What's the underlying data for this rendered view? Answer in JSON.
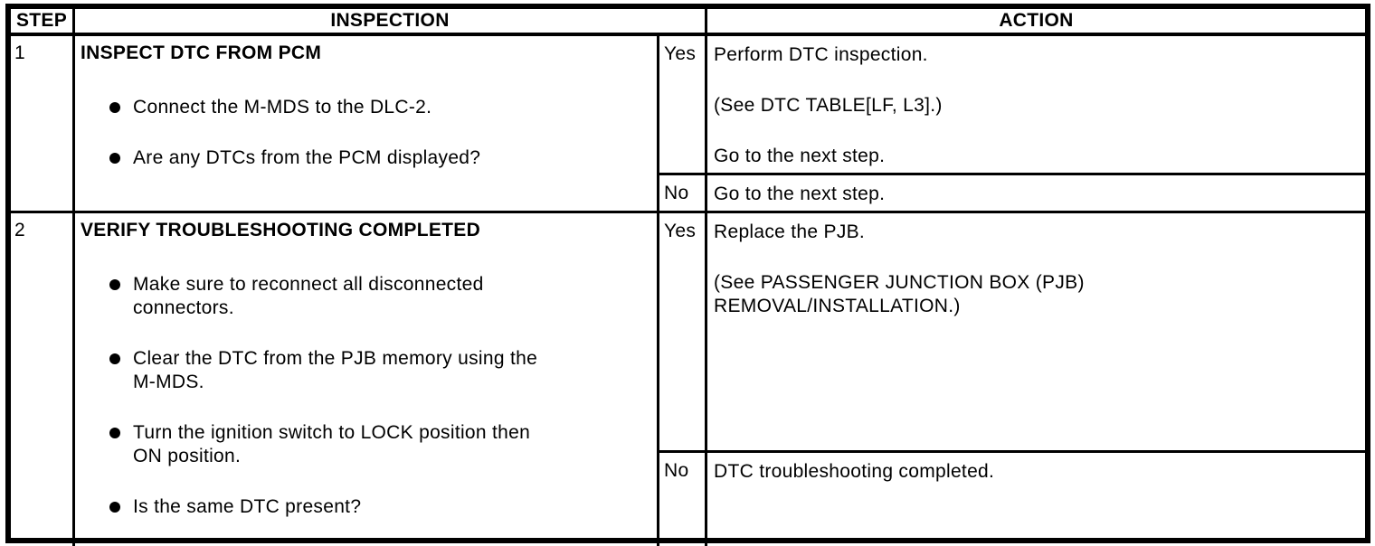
{
  "colors": {
    "background": "#ffffff",
    "border": "#000000",
    "text": "#000000"
  },
  "table": {
    "headers": {
      "step": "STEP",
      "inspection": "INSPECTION",
      "action": "ACTION"
    },
    "rows": [
      {
        "step": "1",
        "title": "INSPECT DTC FROM PCM",
        "bullets": [
          {
            "lines": [
              "Connect the M-MDS to the DLC-2."
            ]
          },
          {
            "lines": [
              "Are any DTCs from the PCM displayed?"
            ]
          }
        ],
        "yes": {
          "label": "Yes",
          "paragraphs": [
            {
              "lines": [
                "Perform DTC inspection."
              ]
            },
            {
              "lines": [
                "(See DTC TABLE[LF, L3].)"
              ]
            },
            {
              "lines": [
                "Go to the next step."
              ]
            }
          ]
        },
        "no": {
          "label": "No",
          "paragraphs": [
            {
              "lines": [
                "Go to the next step."
              ]
            }
          ]
        }
      },
      {
        "step": "2",
        "title": "VERIFY TROUBLESHOOTING COMPLETED",
        "bullets": [
          {
            "lines": [
              "Make sure to reconnect all disconnected",
              "connectors."
            ]
          },
          {
            "lines": [
              "Clear the DTC from the PJB memory using the",
              "M-MDS."
            ]
          },
          {
            "lines": [
              "Turn the ignition switch to LOCK position then",
              "ON position."
            ]
          },
          {
            "lines": [
              "Is the same DTC present?"
            ]
          }
        ],
        "yes": {
          "label": "Yes",
          "paragraphs": [
            {
              "lines": [
                "Replace the PJB."
              ]
            },
            {
              "lines": [
                "(See PASSENGER JUNCTION BOX (PJB)",
                "REMOVAL/INSTALLATION.)"
              ]
            }
          ]
        },
        "no": {
          "label": "No",
          "paragraphs": [
            {
              "lines": [
                "DTC troubleshooting completed."
              ]
            }
          ]
        }
      }
    ]
  }
}
